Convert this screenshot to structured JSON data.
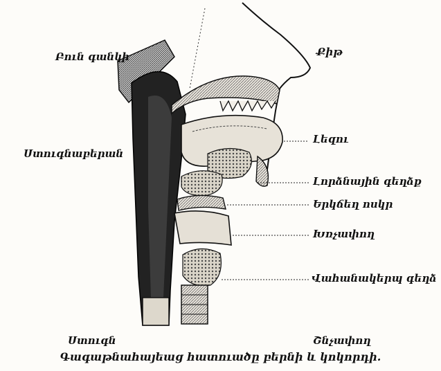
{
  "labels": {
    "nasal_cavity": "Բուն գանկի",
    "nose": "Քիթ",
    "esophagus_region": "Ստուգնաբերան",
    "tongue": "Լեզու",
    "salivary_gland": "Լորձնային գեղձք",
    "hyoid": "Երկճեղ ոսկր",
    "larynx": "Խռչափող",
    "thyroid": "Վահանակերպ գեղձ",
    "pharynx_bottom": "Ստուգն",
    "trachea_bottom": "Շնչափող"
  },
  "caption": "Գագաթնահայեաց հատուածը բերնի և կոկորդի."
}
